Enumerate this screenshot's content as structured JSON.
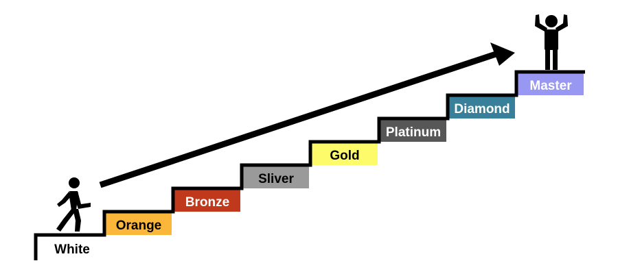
{
  "steps": [
    {
      "label": "White",
      "color": "#ffffff",
      "text_color": "#000000"
    },
    {
      "label": "Orange",
      "color": "#fbb73a",
      "text_color": "#000000"
    },
    {
      "label": "Bronze",
      "color": "#c0391c",
      "text_color": "#ffffff"
    },
    {
      "label": "Sliver",
      "color": "#9a9a9a",
      "text_color": "#000000"
    },
    {
      "label": "Gold",
      "color": "#fdfb6a",
      "text_color": "#000000"
    },
    {
      "label": "Platinum",
      "color": "#575757",
      "text_color": "#ffffff"
    },
    {
      "label": "Diamond",
      "color": "#38809a",
      "text_color": "#ffffff"
    },
    {
      "label": "Master",
      "color": "#9898f2",
      "text_color": "#ffffff"
    }
  ],
  "icons": {
    "start": "walking-person-icon",
    "finish": "cheering-person-icon",
    "progress": "arrow-up-right-icon"
  }
}
